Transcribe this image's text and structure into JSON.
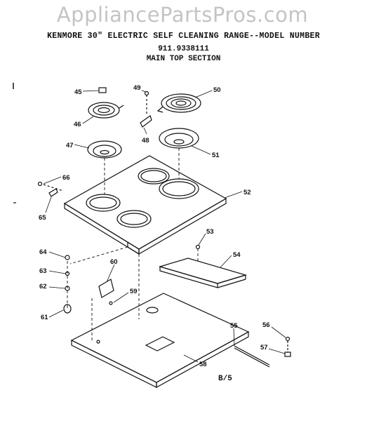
{
  "watermark": "AppliancePartsPros.com",
  "title_line1": "KENMORE 30\" ELECTRIC SELF CLEANING RANGE--MODEL NUMBER",
  "title_line2": "911.9338111",
  "title_line3": "MAIN TOP SECTION",
  "footer_code": "B/5",
  "part_labels": {
    "p45": "45",
    "p46": "46",
    "p47": "47",
    "p48": "48",
    "p49": "49",
    "p50": "50",
    "p51": "51",
    "p52": "52",
    "p53": "53",
    "p54": "54",
    "p55": "55",
    "p56": "56",
    "p57": "57",
    "p58": "58",
    "p59": "59",
    "p60": "60",
    "p61": "61",
    "p62": "62",
    "p63": "63",
    "p64": "64",
    "p65": "65",
    "p66": "66"
  }
}
